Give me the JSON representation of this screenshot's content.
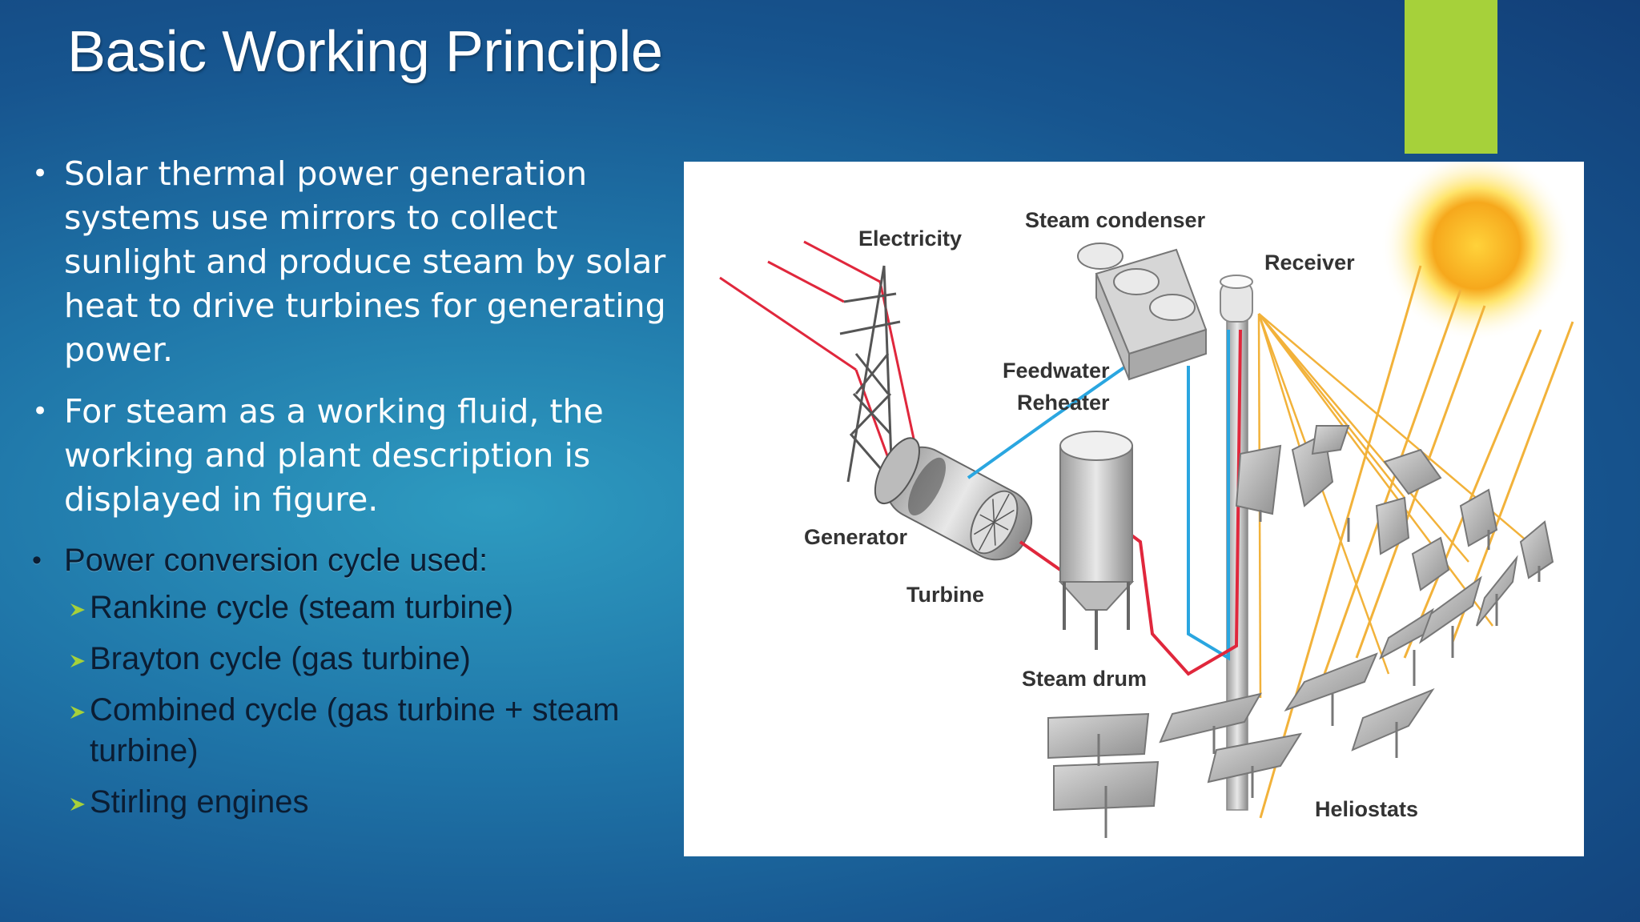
{
  "slide": {
    "title": "Basic Working Principle",
    "accent_color": "#a6d13a"
  },
  "bullets": [
    "Solar thermal power generation systems use mirrors to collect sunlight and produce steam by solar heat to drive turbines for generating power.",
    "For steam as a working fluid, the working and plant description is displayed in figure.",
    "Power conversion cycle used:"
  ],
  "sub_bullets": [
    "Rankine cycle (steam turbine)",
    "Brayton cycle (gas turbine)",
    "Combined cycle (gas turbine + steam turbine)",
    "Stirling engines"
  ],
  "figure": {
    "labels": {
      "electricity": "Electricity",
      "steam_condenser": "Steam condenser",
      "receiver": "Receiver",
      "feedwater": "Feedwater",
      "reheater": "Reheater",
      "generator": "Generator",
      "turbine": "Turbine",
      "steam_drum": "Steam drum",
      "heliostats": "Heliostats"
    }
  }
}
